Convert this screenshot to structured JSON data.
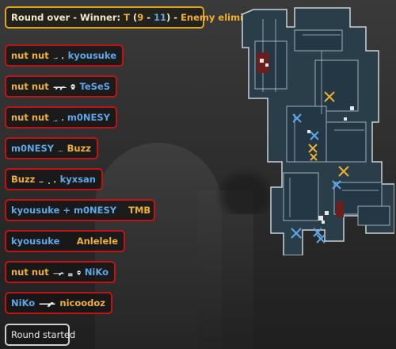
{
  "header": {
    "prefix": "Round over - Winner: ",
    "winner": "T",
    "score_open": " (",
    "score_t": "9",
    "score_sep": " - ",
    "score_ct": "11",
    "score_close": ")",
    "suffix": " - ",
    "event": "Enemy eliminated"
  },
  "kills": [
    {
      "killer": "nut nut",
      "killer_team": "t",
      "victim": "kyousuke",
      "victim_team": "ct",
      "weapon": "awp-icon",
      "headshot": true,
      "wallbang": false
    },
    {
      "killer": "nut nut",
      "killer_team": "t",
      "victim": "TeSeS",
      "victim_team": "ct",
      "weapon": "ak47-icon",
      "headshot": true,
      "wallbang": false
    },
    {
      "killer": "nut nut",
      "killer_team": "t",
      "victim": "m0NESY",
      "victim_team": "ct",
      "weapon": "awp-icon",
      "headshot": true,
      "wallbang": false
    },
    {
      "killer": "m0NESY",
      "killer_team": "ct",
      "victim": "Buzz",
      "victim_team": "t",
      "weapon": "rifle-icon",
      "headshot": false,
      "wallbang": false
    },
    {
      "killer": "Buzz",
      "killer_team": "t",
      "victim": "kyxsan",
      "victim_team": "ct",
      "weapon": "ak47-icon",
      "headshot": true,
      "wallbang": true
    },
    {
      "killer": "kyousuke + m0NESY",
      "killer_team": "ct",
      "victim": "TMB",
      "victim_team": "t",
      "weapon": "awp-icon",
      "headshot": false,
      "wallbang": true
    },
    {
      "killer": "kyousuke",
      "killer_team": "ct",
      "victim": "Anlelele",
      "victim_team": "t",
      "weapon": "ak47-icon",
      "headshot": true,
      "wallbang": true
    },
    {
      "killer": "nut nut",
      "killer_team": "t",
      "victim": "NiKo",
      "victim_team": "ct",
      "weapon": "awp-icon",
      "headshot": true,
      "wallbang": true
    },
    {
      "killer": "NiKo",
      "killer_team": "ct",
      "victim": "nicoodoz",
      "victim_team": "t",
      "weapon": "awp-icon",
      "headshot": false,
      "wallbang": false
    }
  ],
  "footer": {
    "label": "Round started"
  },
  "colors": {
    "t": "#f0b030",
    "ct": "#5fa8e8",
    "border_kill": "#c01414",
    "border_header": "#e0a520"
  }
}
